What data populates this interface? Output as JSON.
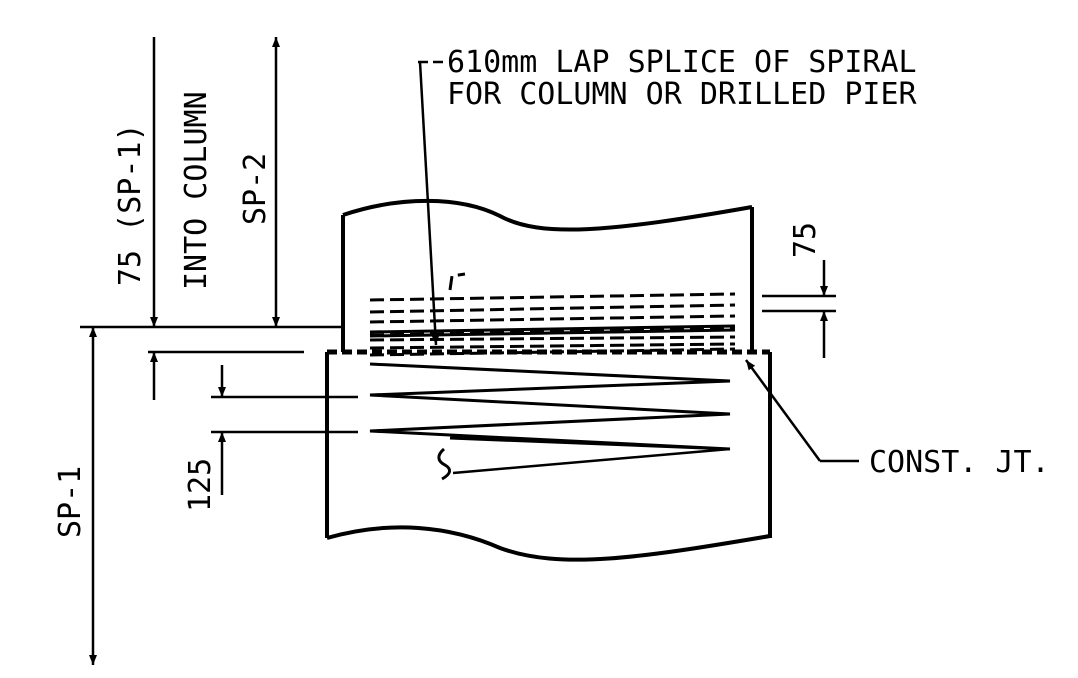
{
  "note_splice_line1": "610mm LAP SPLICE OF SPIRAL",
  "note_splice_line2": "FOR COLUMN OR DRILLED PIER",
  "dim_into_column_line1": "75 (SP-1)",
  "dim_into_column_line2": "INTO COLUMN",
  "label_sp2": "SP-2",
  "label_sp1": "SP-1",
  "dim_top_75": "75",
  "dim_pitch_125": "125",
  "label_const_jt": "CONST. JT.",
  "colors": {
    "ink": "#000000",
    "paper": "#ffffff"
  }
}
